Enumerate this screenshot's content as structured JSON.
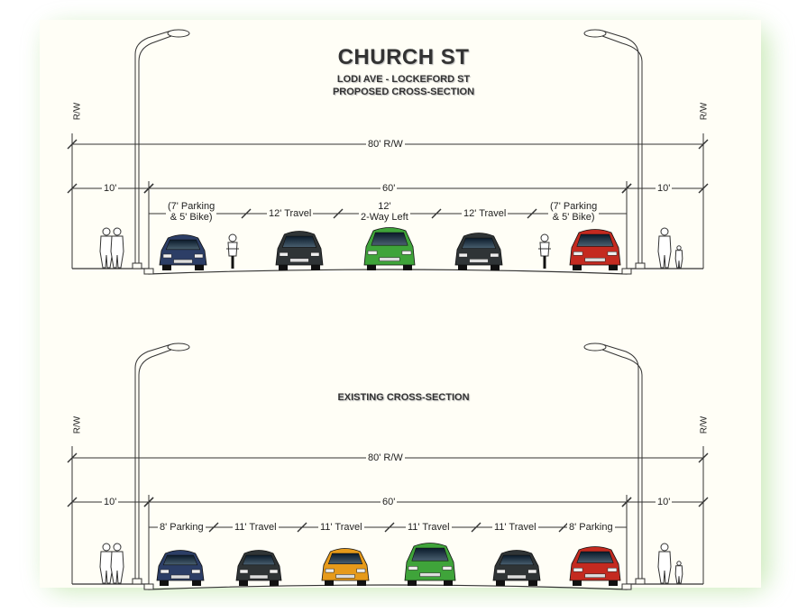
{
  "proposed": {
    "street_name": "CHURCH ST",
    "segment": "LODI AVE - LOCKEFORD ST",
    "section_title": "PROPOSED CROSS-SECTION",
    "rw_label": "R/W",
    "total_label": "80' R/W",
    "curb_to_curb_label": "60'",
    "sidewalk_label": "10'",
    "lanes": [
      {
        "label": "(7' Parking\n& 5' Bike)"
      },
      {
        "label": "12' Travel"
      },
      {
        "label": "12'\n2-Way Left"
      },
      {
        "label": "12' Travel"
      },
      {
        "label": "(7' Parking\n& 5' Bike)"
      }
    ]
  },
  "existing": {
    "section_title": "EXISTING CROSS-SECTION",
    "rw_label": "R/W",
    "total_label": "80' R/W",
    "curb_to_curb_label": "60'",
    "sidewalk_label": "10'",
    "lanes": [
      {
        "label": "8' Parking"
      },
      {
        "label": "11' Travel"
      },
      {
        "label": "11' Travel"
      },
      {
        "label": "11' Travel"
      },
      {
        "label": "11' Travel"
      },
      {
        "label": "8' Parking"
      }
    ]
  },
  "colors": {
    "background": "#fffef6",
    "glow": "#9fd87f",
    "line": "#333333",
    "car_blue": "#2c3e66",
    "car_green": "#3fa43a",
    "car_red": "#c42a20",
    "car_orange": "#e69a1a",
    "car_dark": "#2f3436"
  }
}
